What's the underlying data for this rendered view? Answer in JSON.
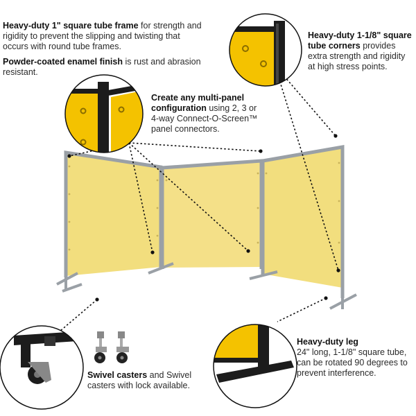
{
  "callouts": {
    "frame": {
      "bold": "Heavy-duty 1\" square tube frame",
      "rest": " for strength and rigidity to prevent the slipping and twisting that occurs with round tube frames."
    },
    "enamel": {
      "bold": "Powder-coated enamel finish",
      "rest": " is rust and abrasion resistant."
    },
    "corner": {
      "bold": "Heavy-duty 1-1/8\" square tube corners",
      "rest": " provides extra strength and rigidity at high stress points."
    },
    "config": {
      "bold": "Create any multi-panel configuration",
      "rest": " using 2, 3 or 4-way Connect-O-Screen™ panel connectors."
    },
    "leg": {
      "bold": "Heavy-duty leg",
      "rest": "24\" long, 1-1/8\" square tube, can be rotated 90 degrees to prevent interference."
    },
    "caster": {
      "bold": "Swivel casters",
      "rest": " and Swivel casters with lock available."
    }
  },
  "colors": {
    "curtain": "#F2DE7E",
    "curtain_dark": "#E9C94F",
    "frame": "#9aa0a6",
    "frame_dark": "#1c1c1c",
    "zoom_yellow": "#F4C200"
  }
}
